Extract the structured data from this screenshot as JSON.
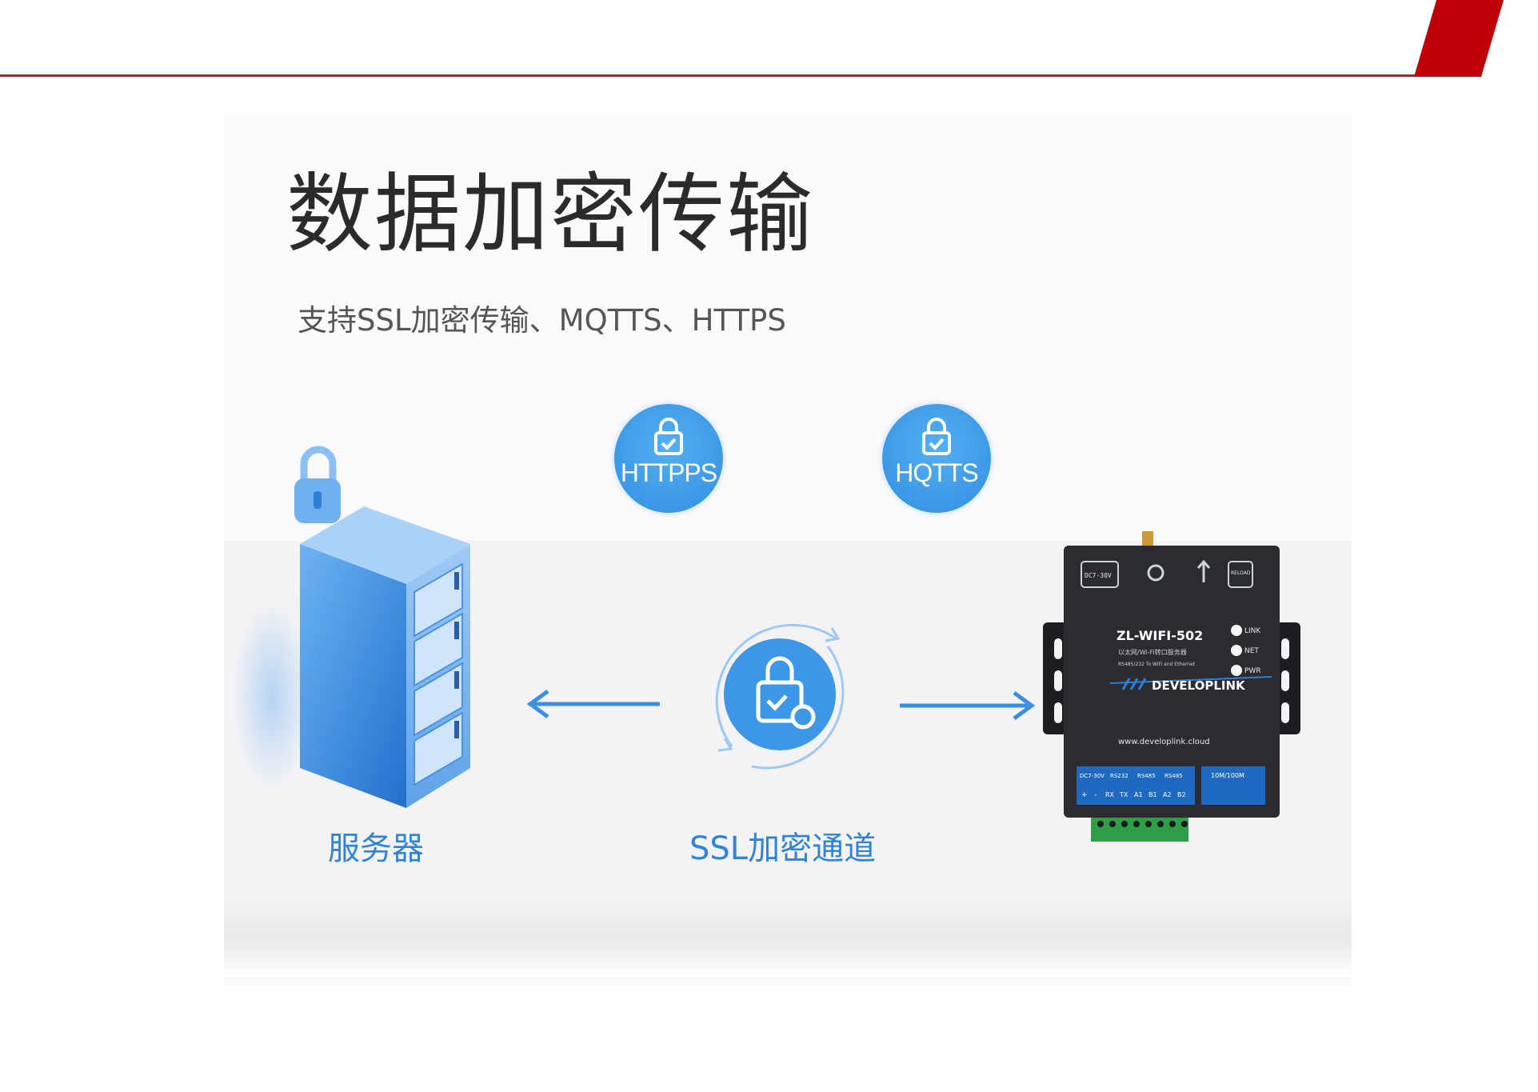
{
  "header": {
    "accent_color": "#c00008",
    "rule_color": "#c8161d"
  },
  "main": {
    "title": "数据加密传输",
    "subtitle": "支持SSL加密传输、MQTTS、HTTPS"
  },
  "badges": [
    {
      "label": "HTTPPS",
      "icon": "lock-check-icon"
    },
    {
      "label": "HQTTS",
      "icon": "lock-check-icon"
    }
  ],
  "server": {
    "label": "服务器",
    "icon": "server-rack-icon"
  },
  "channel": {
    "label": "SSL加密通道",
    "icon": "lock-gear-icon"
  },
  "device": {
    "model": "ZL-WIFI-502",
    "desc": "以太网/Wi-Fi转口服务器",
    "desc_en": "RS485/232 To WiFi and Ethernet",
    "brand": "DEVELOPLINK",
    "url": "www.developlink.cloud",
    "power": "DC7-30V",
    "reload": "RELOAD",
    "leds": [
      "LINK",
      "NET",
      "PWR"
    ],
    "port_headers": [
      "DC7-30V",
      "RS232",
      "RS485",
      "RS485"
    ],
    "terminals": [
      "+",
      "-",
      "RX",
      "TX",
      "A1",
      "B1",
      "A2",
      "B2"
    ],
    "eth": "10M/100M"
  },
  "colors": {
    "primary_blue": "#2f8ee0",
    "caption_blue": "#3183d4",
    "device_body": "#2a2c31"
  }
}
